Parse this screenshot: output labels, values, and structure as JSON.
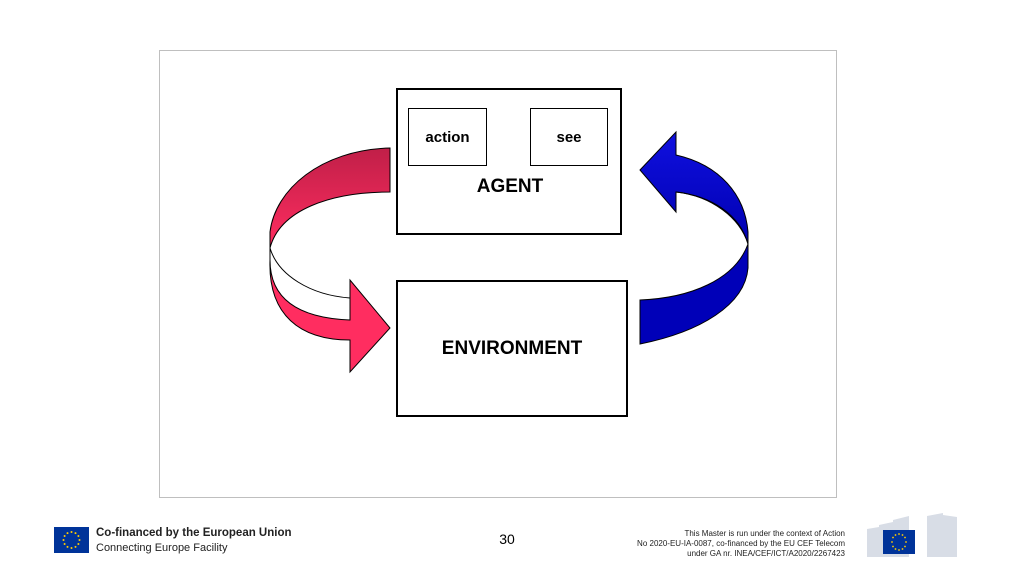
{
  "diagram": {
    "action_label": "action",
    "see_label": "see",
    "agent_label": "AGENT",
    "environment_label": "ENVIRONMENT",
    "colors": {
      "left_arrow": "#ff2d60",
      "left_arrow_dark": "#c41e47",
      "right_arrow": "#0000c8",
      "right_arrow_dark": "#00008f"
    }
  },
  "footer": {
    "cofinanced_line1": "Co-financed by the European Union",
    "cofinanced_line2": "Connecting Europe Facility",
    "page_number": "30",
    "note_line1": "This Master is run under the context of Action",
    "note_line2": "No 2020-EU-IA-0087, co-financed by the EU CEF Telecom",
    "note_line3": "under GA nr. INEA/CEF/ICT/A2020/2267423"
  }
}
